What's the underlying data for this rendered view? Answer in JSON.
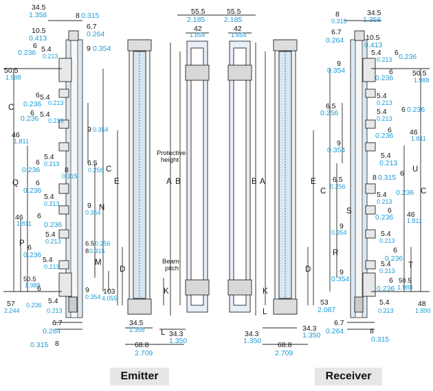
{
  "captions": {
    "emitter": "Emitter",
    "receiver": "Receiver"
  },
  "notes": {
    "protective_height": [
      "Protective",
      "height"
    ],
    "beam_pitch": [
      "Beam",
      "pitch"
    ]
  },
  "letters": {
    "A": "A",
    "B": "B",
    "C": "C",
    "D": "D",
    "E": "E",
    "K": "K",
    "L": "L",
    "M": "M",
    "N": "N",
    "P": "P",
    "Q": "Q",
    "R": "R",
    "S": "S",
    "T": "T",
    "U": "U"
  },
  "dims": {
    "d34_5": {
      "mm": "34.5",
      "in": "1.358"
    },
    "d10_5": {
      "mm": "10.5",
      "in": "0.413"
    },
    "d8": {
      "mm": "8",
      "in": "0.315"
    },
    "d6_7": {
      "mm": "6.7",
      "in": "0.264"
    },
    "d6": {
      "mm": "6",
      "in": "0.236"
    },
    "d5_4": {
      "mm": "5.4",
      "in": "0.213"
    },
    "d9": {
      "mm": "9",
      "in": "0.354"
    },
    "d50_5": {
      "mm": "50.5",
      "in": "1.988"
    },
    "d46": {
      "mm": "46",
      "in": "1.811"
    },
    "d6_5": {
      "mm": "6.5",
      "in": "0.256"
    },
    "d57": {
      "mm": "57",
      "in": "2.244"
    },
    "d103": {
      "mm": "103",
      "in": "4.055"
    },
    "d55_5": {
      "mm": "55.5",
      "in": "2.185"
    },
    "d42": {
      "mm": "42",
      "in": "1.654"
    },
    "d34_3": {
      "mm": "34.3",
      "in": "1.350"
    },
    "d68_8": {
      "mm": "68.8",
      "in": "2.709"
    },
    "d53": {
      "mm": "53",
      "in": "2.087"
    },
    "d48": {
      "mm": "48",
      "in": "1.890"
    }
  }
}
